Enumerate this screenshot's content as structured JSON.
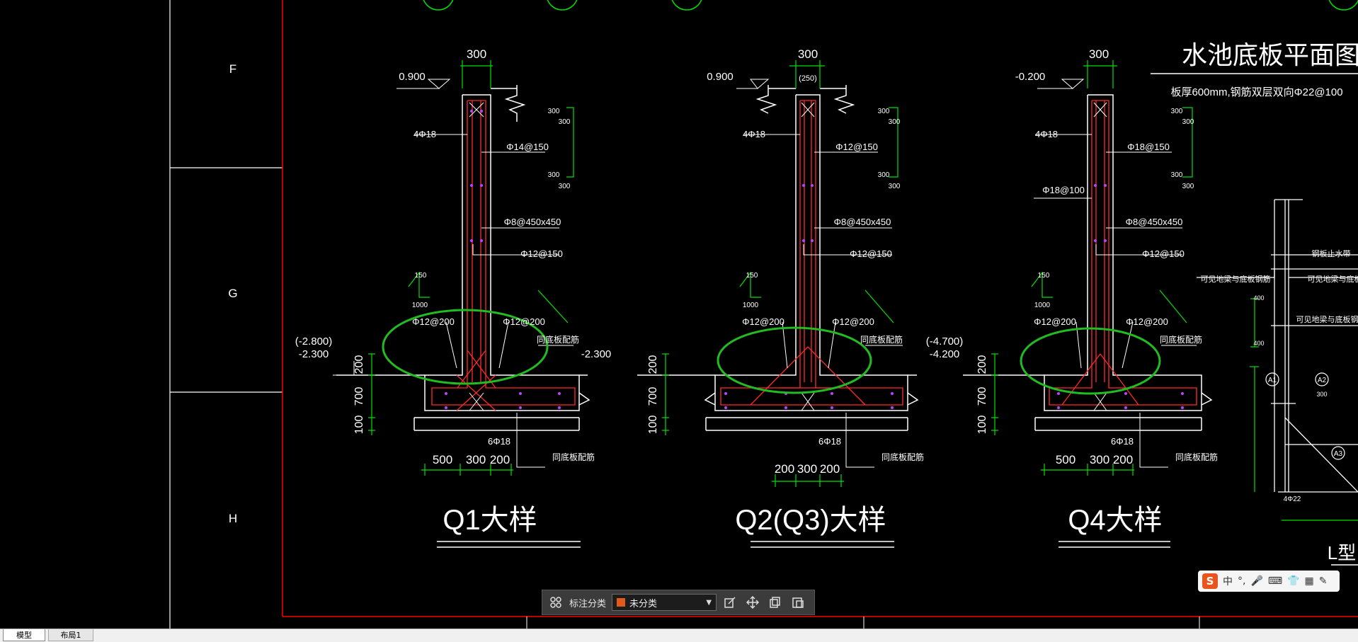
{
  "grid_rows": [
    "F",
    "G",
    "H"
  ],
  "plan": {
    "title": "水池底板平面图",
    "note": "板厚600mm,钢筋双层双向Φ22@100"
  },
  "details": [
    {
      "title": "Q1大样",
      "top_width": "300",
      "top_elev": "0.900",
      "bot_elev_a": "(-2.800)",
      "bot_elev_b": "-2.300",
      "corner_bars": "4Φ18",
      "vert_bars": "Φ14@150",
      "tie_bars": "Φ8@450x450",
      "horiz_bars": "Φ12@150",
      "haunch_l": "Φ12@200",
      "haunch_r": "Φ12@200",
      "same_slab": "同底板配筋",
      "bottom_bars": "6Φ18",
      "same_slab_2": "同底板配筋",
      "dims_h": [
        "500",
        "300",
        "200"
      ],
      "dims_v": [
        "200",
        "700",
        "100"
      ],
      "small_150": "150",
      "small_1000": "1000",
      "dim_300s": [
        "300",
        "300",
        "300",
        "300"
      ]
    },
    {
      "title": "Q2(Q3)大样",
      "top_width": "300",
      "top_sub": "(250)",
      "top_elev": "0.900",
      "bot_elev_b": "-2.300",
      "corner_bars": "4Φ18",
      "vert_bars": "Φ12@150",
      "tie_bars": "Φ8@450x450",
      "horiz_bars": "Φ12@150",
      "haunch_l": "Φ12@200",
      "haunch_r": "Φ12@200",
      "same_slab": "同底板配筋",
      "bottom_bars": "6Φ18",
      "same_slab_2": "同底板配筋",
      "dims_h": [
        "200",
        "300",
        "200"
      ],
      "dims_v": [
        "200",
        "700",
        "100"
      ],
      "small_150": "150",
      "small_1000": "1000",
      "dim_300s": [
        "300",
        "300",
        "300",
        "300"
      ]
    },
    {
      "title": "Q4大样",
      "top_width": "300",
      "top_elev": "-0.200",
      "bot_elev_a": "(-4.700)",
      "bot_elev_b": "-4.200",
      "corner_bars": "4Φ18",
      "vert_bars": "Φ18@150",
      "extra_bars": "Φ18@100",
      "tie_bars": "Φ8@450x450",
      "horiz_bars": "Φ12@150",
      "haunch_l": "Φ12@200",
      "haunch_r": "Φ12@200",
      "same_slab": "同底板配筋",
      "bottom_bars": "6Φ18",
      "same_slab_2": "同底板配筋",
      "dims_h": [
        "500",
        "300",
        "200"
      ],
      "dims_v": [
        "200",
        "700",
        "100"
      ],
      "small_150": "150",
      "small_1000": "1000",
      "dim_300s": [
        "300",
        "300",
        "300",
        "300"
      ]
    }
  ],
  "partial": {
    "title": "L型",
    "labels": [
      "可见地梁与底板钢筋",
      "可见地梁与底板",
      "钢板止水带",
      "可见地梁与底板钢筋",
      "4Φ22",
      "300",
      "400",
      "400"
    ],
    "markers": [
      "A1",
      "A2",
      "A3"
    ]
  },
  "toolbar": {
    "category_label": "标注分类",
    "category_value": "未分类"
  },
  "ime": {
    "logo": "S",
    "mode": "中"
  },
  "tabs": {
    "model": "模型",
    "layout": "布局1"
  },
  "colors": {
    "background": "#000000",
    "concrete": "#ffffff",
    "rebar": "#ff2a2a",
    "dims": "#00e000",
    "highlight": "#22bb22",
    "frame": "#ff0000"
  }
}
